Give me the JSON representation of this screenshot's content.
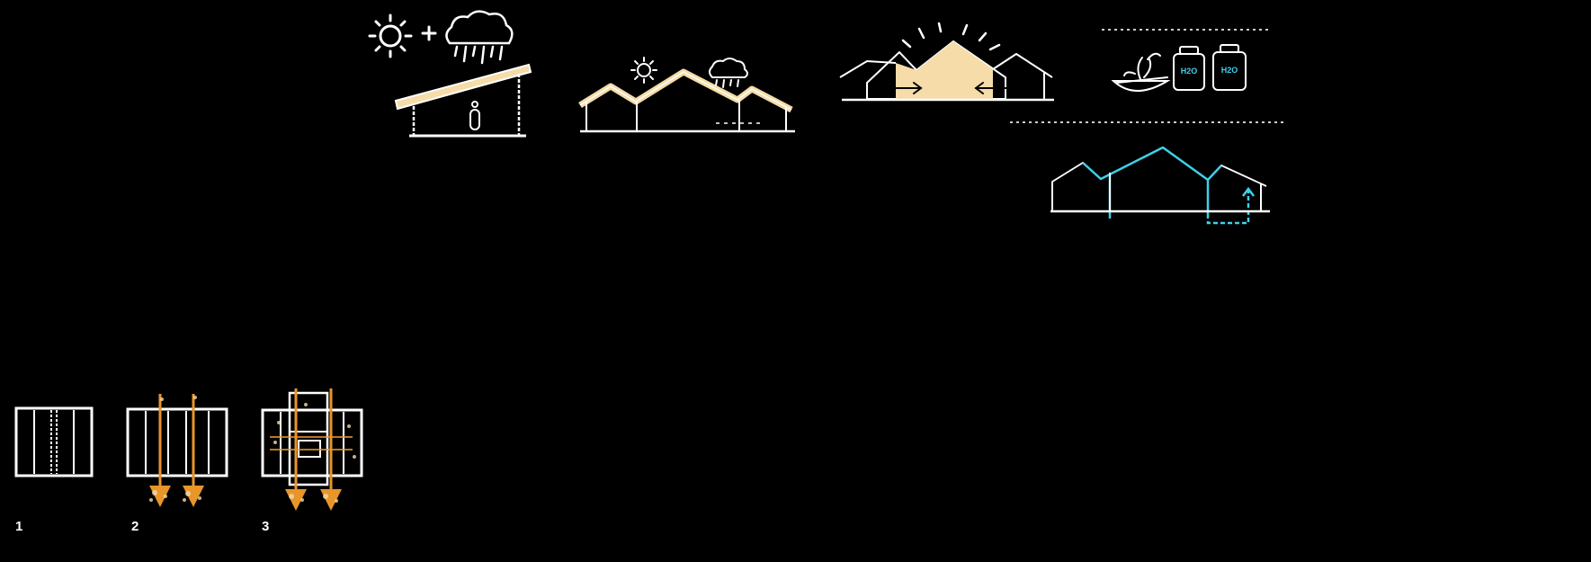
{
  "colors": {
    "background": "#000000",
    "line": "#ffffff",
    "accent_sun": "#f5dca8",
    "accent_water": "#3fd0e8",
    "accent_flow": "#e8952a",
    "dotted": "#cccccc"
  },
  "icons": [
    "sun-icon",
    "plus-icon",
    "rain-cloud-icon",
    "person-icon",
    "plant-bowl-icon",
    "water-tank-icon",
    "arrow-icon"
  ],
  "tanks": [
    {
      "label": "H2O"
    },
    {
      "label": "H2O"
    }
  ],
  "steps": [
    {
      "label": "1"
    },
    {
      "label": "2"
    },
    {
      "label": "3"
    }
  ]
}
